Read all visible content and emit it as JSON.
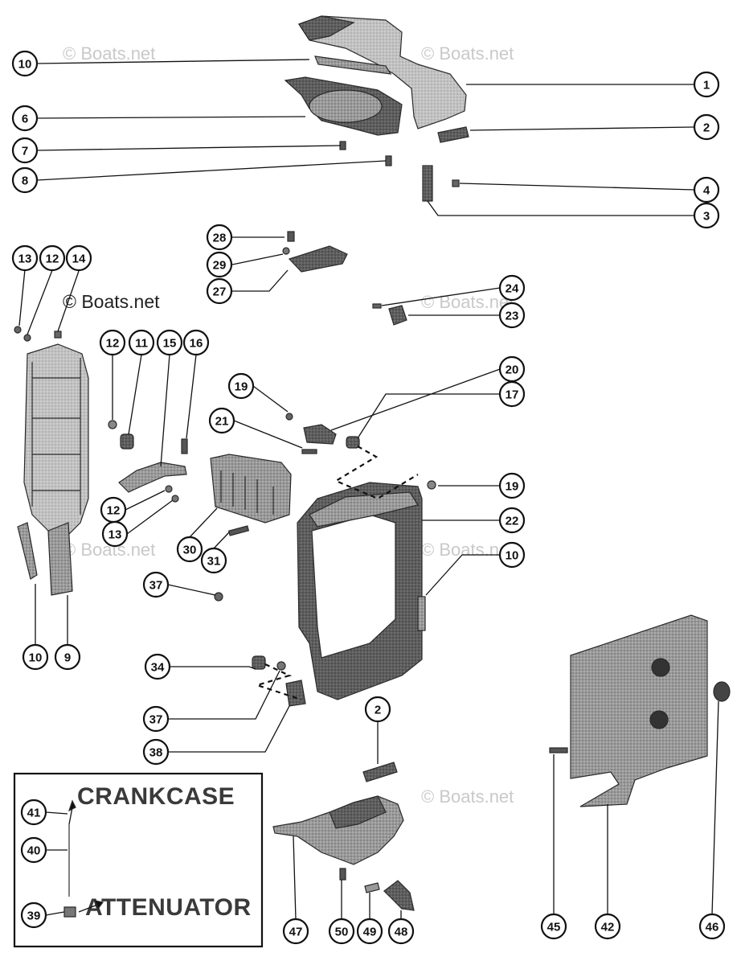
{
  "watermark": "© Boats.net",
  "inset": {
    "title_top": "CRANKCASE",
    "title_bottom": "ATTENUATOR",
    "callouts": [
      "41",
      "40",
      "39"
    ]
  },
  "callouts": [
    "10",
    "6",
    "7",
    "8",
    "1",
    "2",
    "4",
    "3",
    "28",
    "29",
    "27",
    "13",
    "12",
    "14",
    "24",
    "23",
    "12",
    "11",
    "15",
    "16",
    "19",
    "20",
    "17",
    "21",
    "19",
    "22",
    "12",
    "13",
    "30",
    "31",
    "10",
    "37",
    "34",
    "10",
    "9",
    "37",
    "38",
    "2",
    "47",
    "50",
    "49",
    "48",
    "45",
    "42",
    "46"
  ],
  "colors": {
    "ink": "#111111",
    "part_dark": "#5a5a5a",
    "part_mid": "#8c8c8c",
    "part_light": "#b9b9b9",
    "watermark": "#c9c9c9"
  }
}
